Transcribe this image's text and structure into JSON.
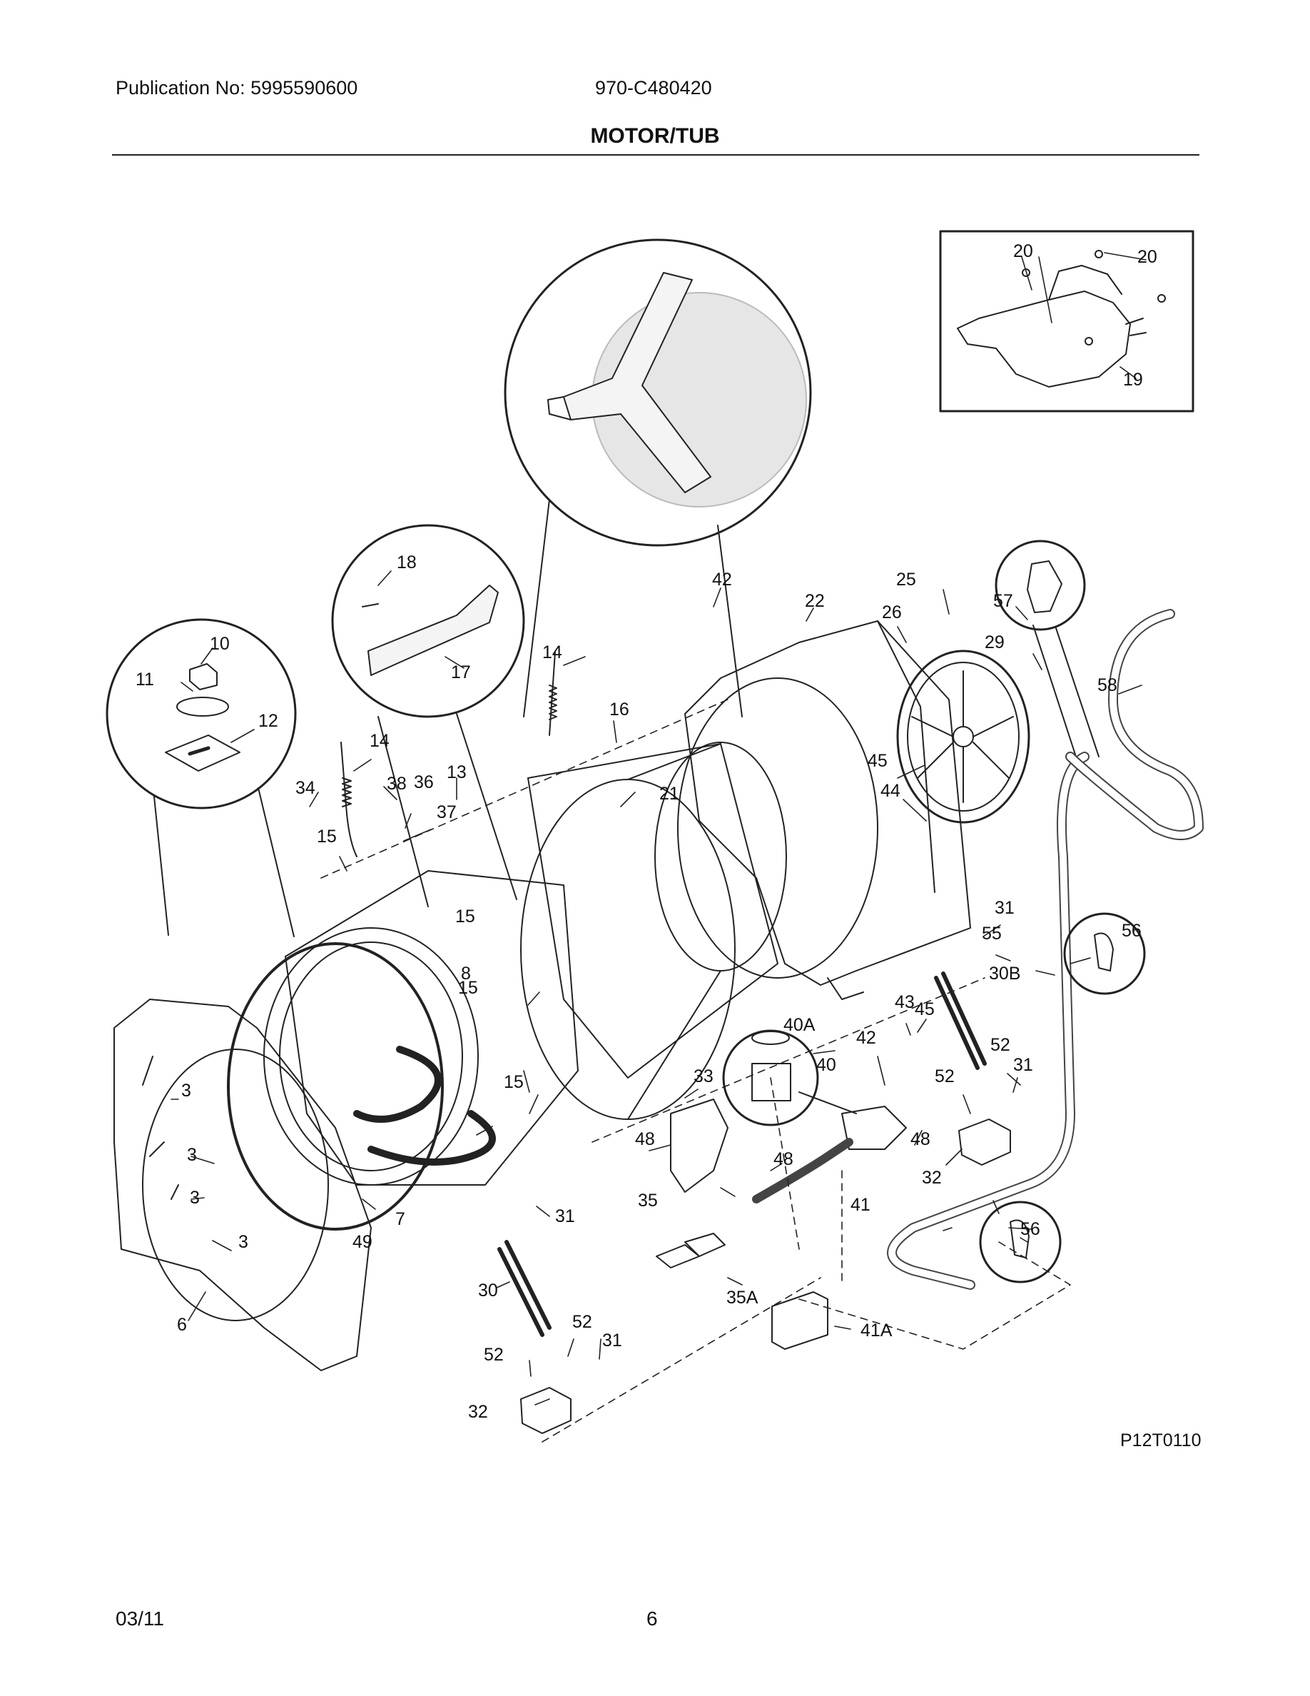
{
  "header": {
    "publication": "Publication No: 5995590600",
    "model": "970-C480420",
    "title": "MOTOR/TUB"
  },
  "footer": {
    "date": "03/11",
    "page": "6"
  },
  "figure_id": "P12T0110",
  "callouts": [
    "20",
    "20",
    "19",
    "18",
    "17",
    "10",
    "11",
    "12",
    "42",
    "22",
    "25",
    "26",
    "57",
    "29",
    "58",
    "14",
    "16",
    "14",
    "38",
    "36",
    "34",
    "13",
    "37",
    "15",
    "21",
    "45",
    "44",
    "31",
    "56",
    "55",
    "30B",
    "15",
    "15",
    "8",
    "43",
    "45",
    "40A",
    "42",
    "52",
    "40",
    "31",
    "52",
    "3",
    "3",
    "3",
    "3",
    "15",
    "33",
    "48",
    "48",
    "48",
    "32",
    "35",
    "41",
    "7",
    "49",
    "31",
    "56",
    "6",
    "30",
    "35A",
    "41A",
    "52",
    "31",
    "52",
    "32"
  ],
  "colors": {
    "line": "#222222",
    "fill": "#ffffff",
    "shade": "#e6e6e6"
  }
}
